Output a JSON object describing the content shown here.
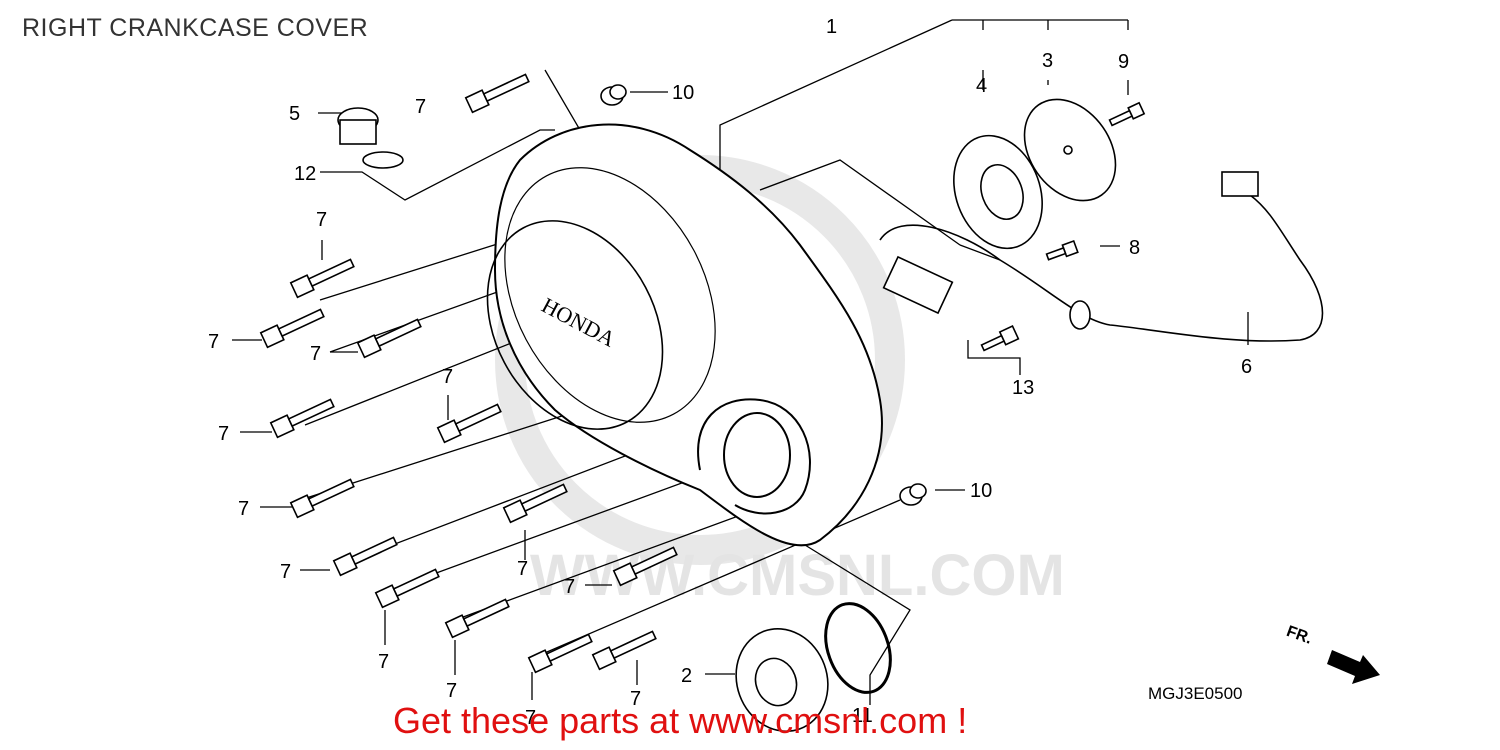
{
  "title": "RIGHT CRANKCASE COVER",
  "diagram_code": "MGJ3E0500",
  "promo_text": "Get these parts at www.cmsnl.com !",
  "watermark": "WWW.CMSNL.COM",
  "cover_logo": "HONDA",
  "direction_label": "FR.",
  "callouts": [
    {
      "num": "1"
    },
    {
      "num": "2"
    },
    {
      "num": "3"
    },
    {
      "num": "4"
    },
    {
      "num": "5"
    },
    {
      "num": "6"
    },
    {
      "num": "7"
    },
    {
      "num": "8"
    },
    {
      "num": "9"
    },
    {
      "num": "10"
    },
    {
      "num": "11"
    },
    {
      "num": "12"
    },
    {
      "num": "13"
    }
  ],
  "colors": {
    "promo": "#e01010",
    "line": "#000000",
    "watermark": "#d8d8d8"
  }
}
